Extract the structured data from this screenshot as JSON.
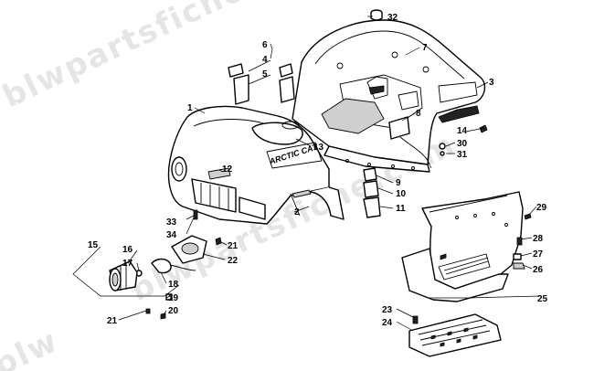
{
  "watermark": {
    "text_top": "blwpartsfiche.com",
    "text_mid": "blwpartsfiche.com",
    "text_bottom": "blw"
  },
  "decal": {
    "brand": "ARCTIC CAT"
  },
  "callouts": {
    "c1": "1",
    "c2": "2",
    "c3": "3",
    "c4": "4",
    "c5": "5",
    "c6": "6",
    "c7": "7",
    "c8": "8",
    "c9": "9",
    "c10": "10",
    "c11": "11",
    "c12": "12",
    "c13": "13",
    "c14": "14",
    "c15": "15",
    "c16": "16",
    "c17": "17",
    "c18": "18",
    "c19": "19",
    "c20": "20",
    "c21a": "21",
    "c21b": "21",
    "c22": "22",
    "c23": "23",
    "c24": "24",
    "c25": "25",
    "c26": "26",
    "c27": "27",
    "c28": "28",
    "c29": "29",
    "c30": "30",
    "c31": "31",
    "c32": "32",
    "c33": "33",
    "c34": "34"
  }
}
